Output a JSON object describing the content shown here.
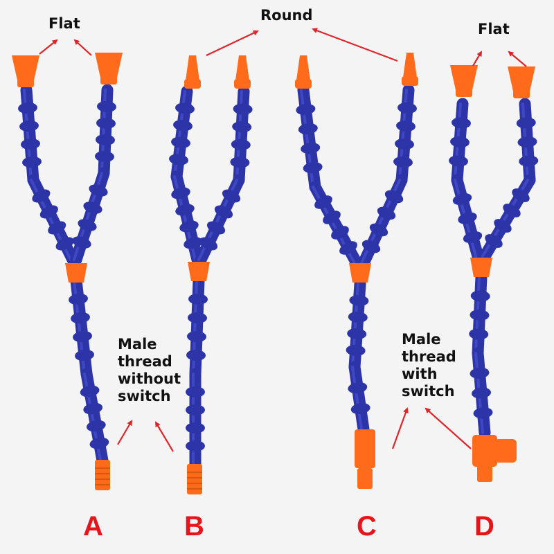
{
  "labels": {
    "flat_left": "Flat",
    "round": "Round",
    "flat_right": "Flat",
    "male_no_switch": [
      "Male",
      "thread",
      "without",
      "switch"
    ],
    "male_switch": [
      "Male",
      "thread",
      "with",
      "switch"
    ]
  },
  "letters": [
    "A",
    "B",
    "C",
    "D"
  ],
  "colors": {
    "hose": "#2c34a8",
    "hose_highlight": "#4f5ad8",
    "nozzle": "#ff6b1a",
    "arrow": "#e0242a",
    "letter": "#e8141c"
  }
}
